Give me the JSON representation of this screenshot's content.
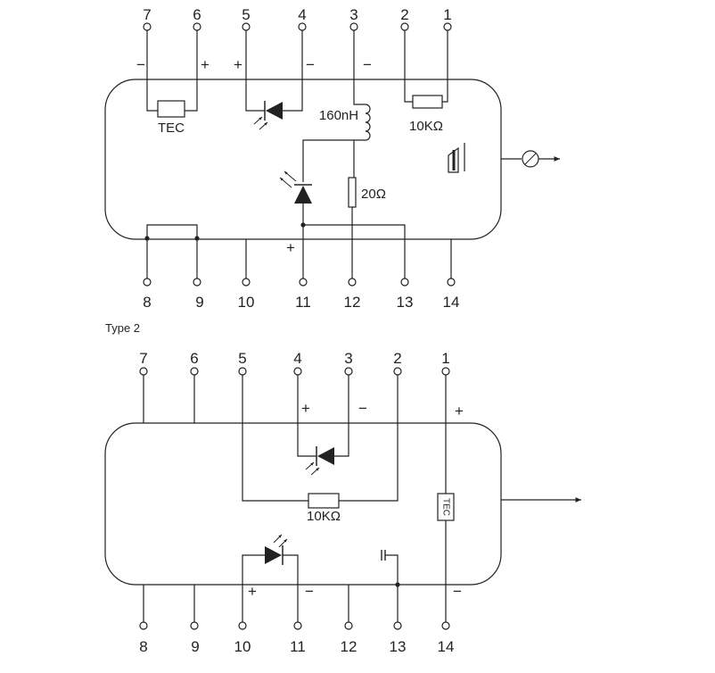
{
  "type1": {
    "top_pins": [
      "7",
      "6",
      "5",
      "4",
      "3",
      "2",
      "1"
    ],
    "bottom_pins": [
      "8",
      "9",
      "10",
      "11",
      "12",
      "13",
      "14"
    ],
    "components": {
      "tec": "TEC",
      "inductor": "160nH",
      "thermistor": "10KΩ",
      "resistor": "20Ω"
    },
    "signs": {
      "pin7": "−",
      "pin6": "+",
      "pin5": "+",
      "pin4": "−",
      "pin3": "−",
      "pin11": "+"
    }
  },
  "section2_title": "Type 2",
  "type2": {
    "top_pins": [
      "7",
      "6",
      "5",
      "4",
      "3",
      "2",
      "1"
    ],
    "bottom_pins": [
      "8",
      "9",
      "10",
      "11",
      "12",
      "13",
      "14"
    ],
    "components": {
      "thermistor": "10KΩ",
      "tec": "TEC"
    },
    "signs": {
      "pin4": "+",
      "pin3": "−",
      "pin1": "+",
      "pin10": "+",
      "pin11": "−",
      "pin14": "−"
    }
  }
}
